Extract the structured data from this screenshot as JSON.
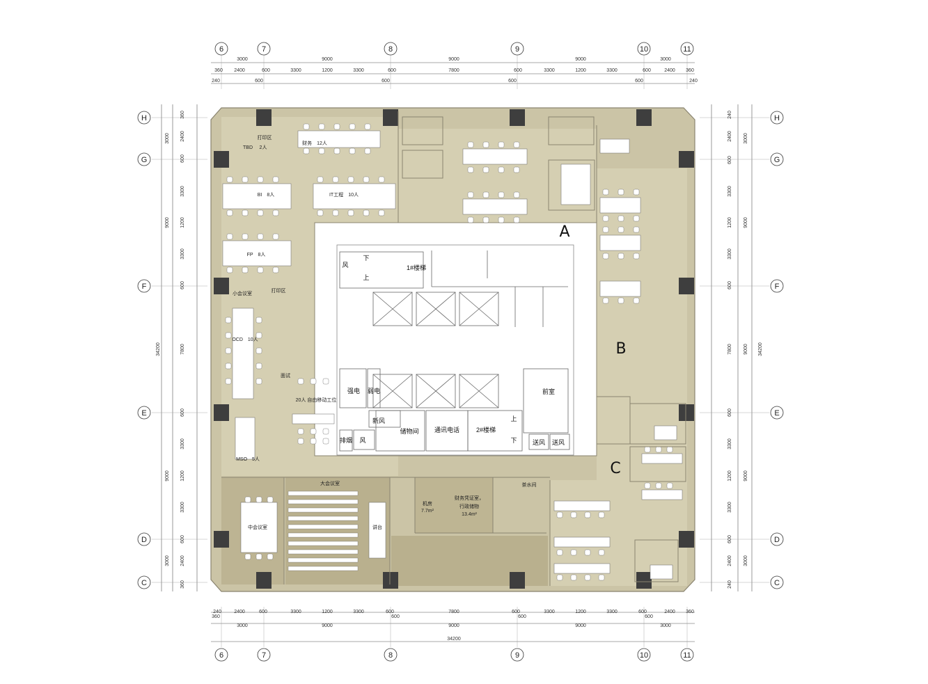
{
  "axes": {
    "columns": [
      "6",
      "7",
      "8",
      "9",
      "10",
      "11"
    ],
    "rows": [
      "H",
      "G",
      "F",
      "E",
      "D",
      "C"
    ]
  },
  "dimensions": {
    "top_major": [
      "3000",
      "9000",
      "9000",
      "9000",
      "3000"
    ],
    "top_minor": [
      "360",
      "2400",
      "600",
      "3300",
      "1200",
      "3300",
      "600",
      "7800",
      "600",
      "3300",
      "1200",
      "3300",
      "600",
      "2400",
      "360"
    ],
    "top_edge": [
      "240",
      "600",
      "600",
      "600",
      "600",
      "240"
    ],
    "bottom_minor": [
      "240",
      "2400",
      "600",
      "3300",
      "1200",
      "3300",
      "600",
      "7800",
      "600",
      "3300",
      "1200",
      "3300",
      "600",
      "2400",
      "360"
    ],
    "bottom_edge": [
      "360",
      "600",
      "600",
      "600"
    ],
    "bottom_major": [
      "3000",
      "9000",
      "9000",
      "9000",
      "3000"
    ],
    "bottom_total": "34200",
    "left_major": [
      "3000",
      "9000",
      "9000",
      "9000",
      "3000"
    ],
    "left_total": "34200",
    "left_minor": [
      "360",
      "2400",
      "600",
      "3300",
      "1200",
      "3300",
      "600",
      "7800",
      "600",
      "3300",
      "1200",
      "3300",
      "600",
      "2400",
      "360"
    ],
    "right_major": [
      "3000",
      "9000",
      "9000",
      "9000",
      "3000"
    ],
    "right_total": "34200",
    "right_minor": [
      "240",
      "2400",
      "600",
      "3300",
      "1200",
      "3300",
      "600",
      "7800",
      "600",
      "3300",
      "1200",
      "3300",
      "600",
      "2400",
      "240"
    ]
  },
  "zones": {
    "a": "A",
    "b": "B",
    "c": "C"
  },
  "rooms": {
    "print_area_top": "打印区",
    "tbd": "TBD",
    "two_people": "2人",
    "finance": "财务　12人",
    "room_8a": "BI　8人",
    "it_eng": "IT工程　10人",
    "fp": "FP　8人",
    "small_meeting": "小会议室",
    "print_area": "打印区",
    "ocd": "OCD　10人",
    "interview": "面试",
    "free_station": "20人 自由移动工位",
    "mso": "MSO　5人",
    "mid_meeting": "中会议室",
    "big_meeting": "大会议室",
    "podium": "讲台",
    "machine_room": "机房",
    "machine_area": "7.7m²",
    "finance_archive_1": "财务凭证室，",
    "finance_archive_2": "行政储物",
    "finance_archive_area": "13.4m²",
    "tea_room": "茶水间",
    "stair1": "1#楼梯",
    "stair2": "2#楼梯",
    "strong_elec": "强电",
    "weak_elec": "弱电",
    "fresh_air": "新风",
    "storage": "储物间",
    "telecom": "通讯电话",
    "front_room": "前室",
    "fan": "风",
    "fan2": "风",
    "smoke": "排烟",
    "supply_air_1": "送风",
    "supply_air_2": "送风",
    "down": "下",
    "up": "上",
    "up2": "上",
    "down2": "下"
  }
}
